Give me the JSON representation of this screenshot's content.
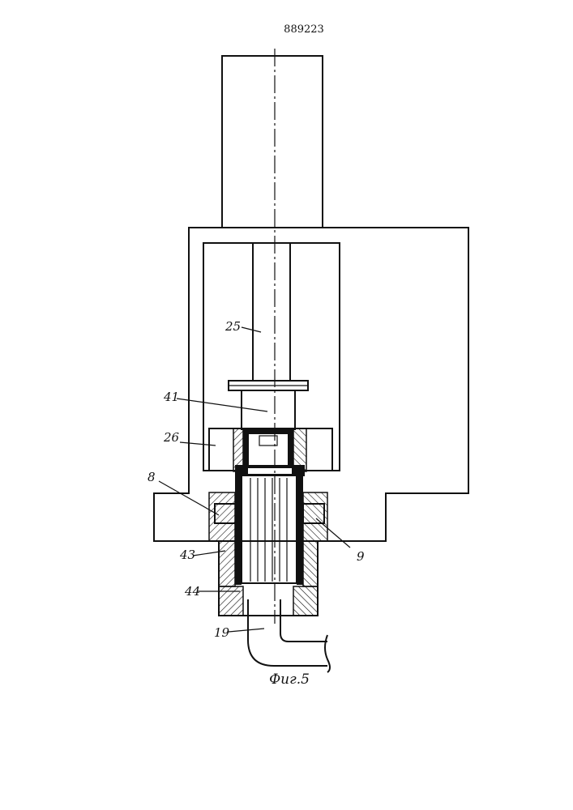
{
  "patent_number": "889223",
  "caption": "Фиг.5",
  "labels": {
    "l25": "25",
    "l41": "41",
    "l26": "26",
    "l8": "8",
    "l9": "9",
    "l43": "43",
    "l44": "44",
    "l19": "19"
  }
}
